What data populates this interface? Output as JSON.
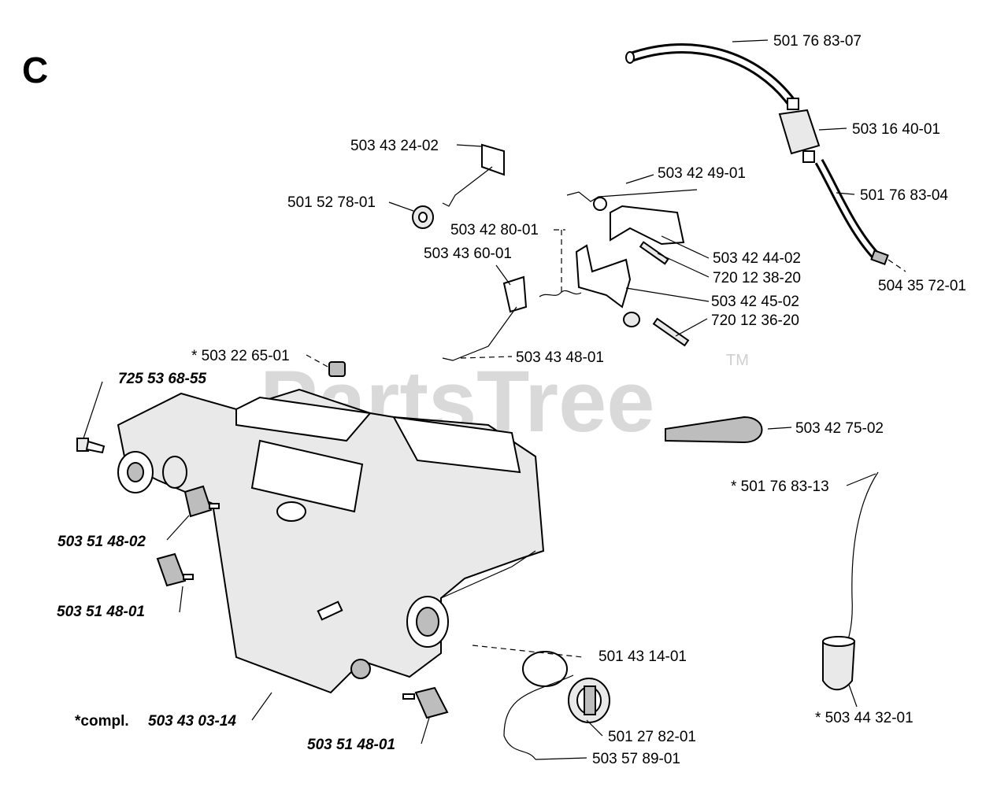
{
  "section": "C",
  "watermark": "PartsTree",
  "trademark": "TM",
  "labels": {
    "p1": "501 76 83-07",
    "p2": "503 16 40-01",
    "p3": "501 76 83-04",
    "p4": "504 35 72-01",
    "p5": "503 43 24-02",
    "p6": "501 52 78-01",
    "p7": "503 42 49-01",
    "p8": "503 42 80-01",
    "p9": "503 43 60-01",
    "p10": "503 42 44-02",
    "p11": "720 12 38-20",
    "p12": "503 42 45-02",
    "p13": "720 12 36-20",
    "p14": "* 503 22 65-01",
    "p15": "503 43 48-01",
    "p16": "725 53 68-55",
    "p17": "503 42 75-02",
    "p18": "* 501 76 83-13",
    "p19": "503 51 48-02",
    "p20": "503 51 48-01",
    "p21": "501 43 14-01",
    "p22": "*compl.",
    "p22b": "503 43 03-14",
    "p23": "501 27 82-01",
    "p24": "503 51 48-01",
    "p25": "503 57 89-01",
    "p26": "* 503 44 32-01"
  }
}
